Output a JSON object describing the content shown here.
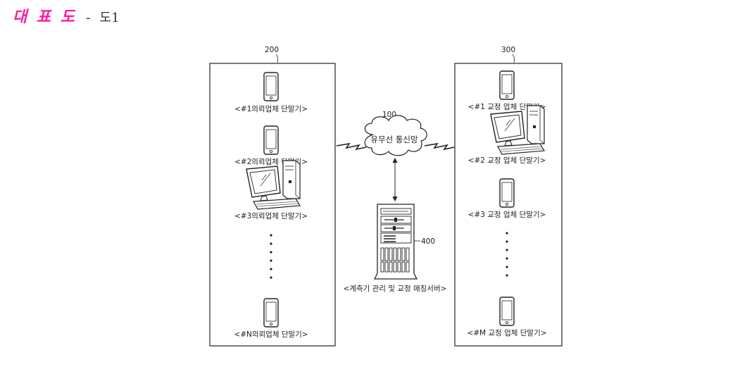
{
  "header": {
    "representative_label": "대 표 도",
    "separator": "-",
    "figure_label": "도1"
  },
  "diagram": {
    "client_group": {
      "ref": "200",
      "items": [
        "<#1의뢰업체 단말기>",
        "<#2의뢰업체 단말기>",
        "<#3의뢰업체 단말기>",
        "<#N의뢰업체 단말기>"
      ]
    },
    "network": {
      "ref": "100",
      "label": "유무선 통신망"
    },
    "server": {
      "ref": "400",
      "label": "<계측기 관리 및 교정 매칭서버>"
    },
    "calibration_group": {
      "ref": "300",
      "items": [
        "<#1 교정 업체 단말기>",
        "<#2 교정 업체 단말기>",
        "<#3 교정 업체 단말기>",
        "<#M 교정 업체 단말기>"
      ]
    }
  }
}
